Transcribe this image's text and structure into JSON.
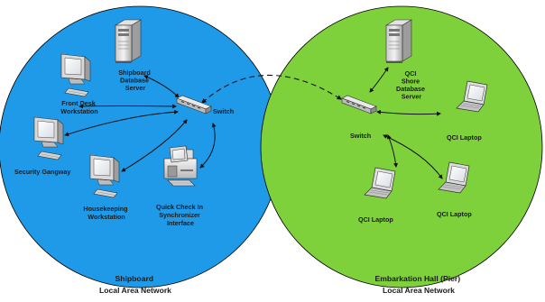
{
  "networks": {
    "left": {
      "caption_line1": "Shipboard",
      "caption_line2": "Local Area Network",
      "fill_color": "#1f9ae8",
      "nodes": {
        "server": [
          "Shipboard",
          "Database",
          "Server"
        ],
        "switch": [
          "Switch"
        ],
        "front_desk": [
          "Front Desk",
          "Workstation"
        ],
        "security": [
          "Security Gangway"
        ],
        "housekeeping": [
          "Housekeeping",
          "Workstation"
        ],
        "quick_check": [
          "Quick Check In",
          "Synchronizer",
          "Interface"
        ]
      }
    },
    "right": {
      "caption_line1": "Embarkation Hall (Pier)",
      "caption_line2": "Local Area Network",
      "fill_color": "#7fd13b",
      "nodes": {
        "server": [
          "QCI",
          "Shore",
          "Database",
          "Server"
        ],
        "switch": [
          "Switch"
        ],
        "laptop_right": [
          "QCI Laptop"
        ],
        "laptop_bottom_left": [
          "QCI Laptop"
        ],
        "laptop_bottom_right": [
          "QCI Laptop"
        ]
      }
    }
  },
  "link_style": {
    "inter_network": "dashed",
    "line_color": "#111111"
  }
}
